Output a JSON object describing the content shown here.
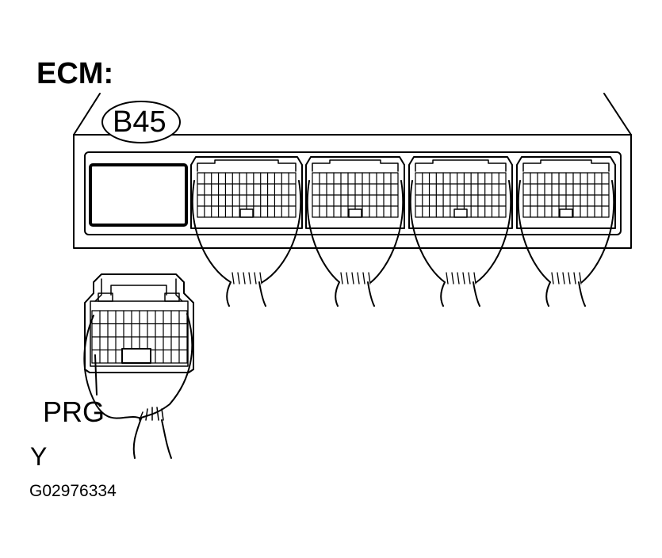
{
  "labels": {
    "title": "ECM:",
    "connector_id": "B45",
    "pin_label": "PRG",
    "wire_color": "Y",
    "figure_code": "G02976334"
  }
}
